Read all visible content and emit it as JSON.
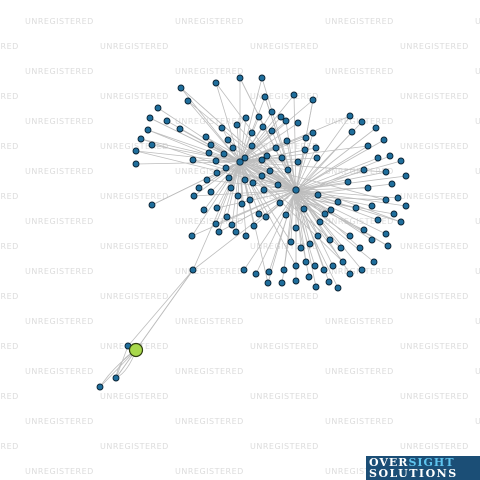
{
  "watermark": {
    "text": "UNREGISTERED"
  },
  "logo": {
    "word1": "OVER",
    "word2": "SIGHT",
    "word3": "SOLUTIONS"
  },
  "colors": {
    "node": "#1f6e9c",
    "focus_node": "#a8d84b",
    "edge": "#bdbdbd",
    "watermark": "#dcdcdc",
    "logo_bg": "#1b4e76",
    "logo_accent": "#5fc4ee"
  }
}
